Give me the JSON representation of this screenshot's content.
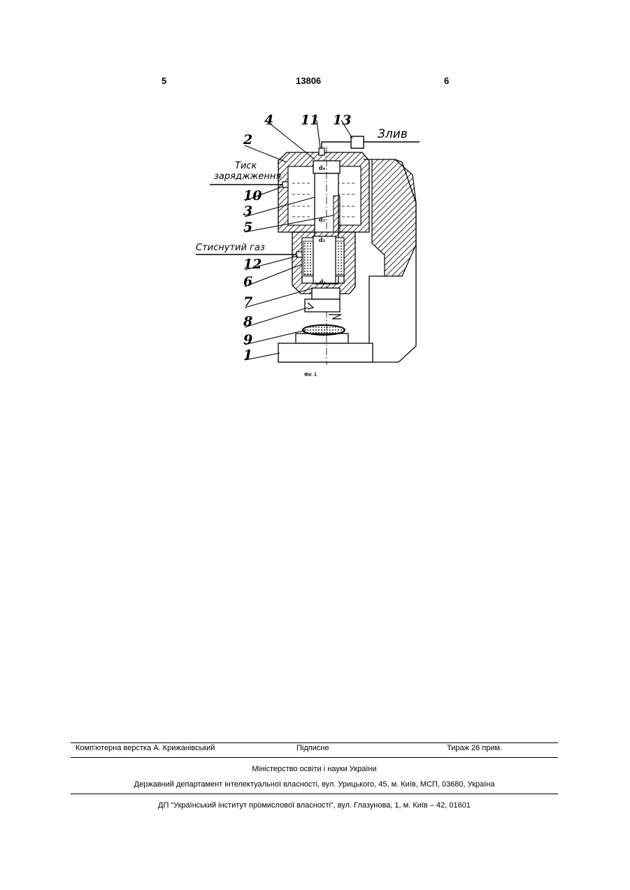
{
  "header": {
    "page_left": "5",
    "patent_number": "13806",
    "page_right": "6"
  },
  "figure": {
    "labels": {
      "l4": "4",
      "l11": "11",
      "l13": "13",
      "l2": "2",
      "l10": "10",
      "l3": "3",
      "l5": "5",
      "l12": "12",
      "l6": "6",
      "l7": "7",
      "l8": "8",
      "l9": "9",
      "l1": "1"
    },
    "notes": {
      "drain": "Злив",
      "charge_line1": "Тиск",
      "charge_line2": "заряджження",
      "gas": "Стиснутий газ"
    },
    "dims": {
      "d4": "d₄",
      "d3": "d₃",
      "d2": "d₂",
      "d1": "d₁"
    },
    "caption": "Фіг. 1"
  },
  "footer": {
    "layout": "Комп'ютерна верстка А. Крижанівський",
    "subscription": "Підписне",
    "circulation": "Тираж 26 прим.",
    "ministry": "Міністерство освіти і науки України",
    "department": "Державний департамент інтелектуальної власності, вул. Урицького, 45, м. Київ, МСП, 03680, Україна",
    "institute": "ДП “Український інститут промислової власності”, вул. Глазунова, 1, м. Київ – 42, 01601"
  }
}
